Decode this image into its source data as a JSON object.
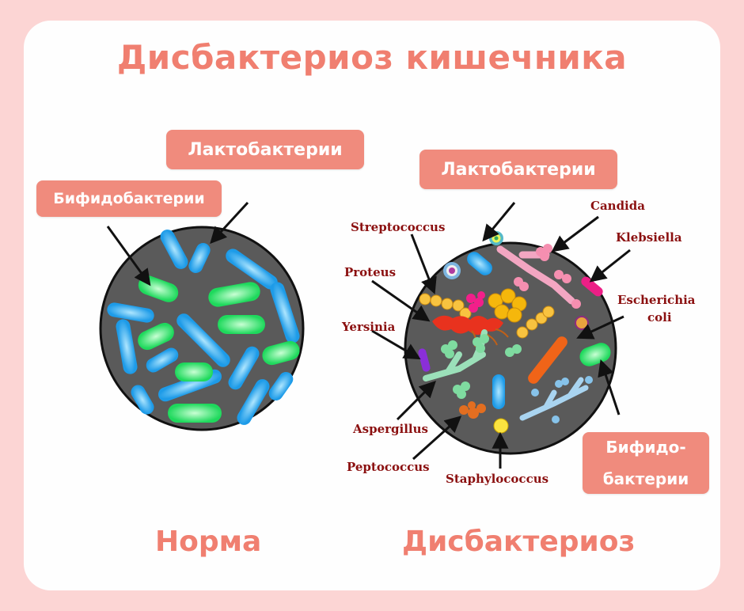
{
  "title": "Дисбактериоз кишечника",
  "normal": {
    "caption": "Норма",
    "lacto_label": "Лактобактерии",
    "bifido_label": "Бифидобактерии"
  },
  "dysbiosis": {
    "caption": "Дисбактериоз",
    "lacto_label": "Лактобактерии",
    "bifido_label_line1": "Бифидо-",
    "bifido_label_line2": "бактерии",
    "organisms": {
      "streptococcus": "Streptococcus",
      "proteus": "Proteus",
      "yersinia": "Yersinia",
      "aspergillus": "Aspergillus",
      "peptococcus": "Peptococcus",
      "staphylococcus": "Staphylococcus",
      "candida": "Candida",
      "klebsiella": "Klebsiella",
      "escherichia_line1": "Escherichia",
      "escherichia_line2": "coli"
    }
  },
  "colors": {
    "background": "#fcd5d4",
    "accent": "#f07f70",
    "tag": "#f08b7d",
    "circle": "#5a5a5a",
    "lacto": "#2aa8f0",
    "bifido": "#2ee06a",
    "label_text": "#8b1010"
  }
}
